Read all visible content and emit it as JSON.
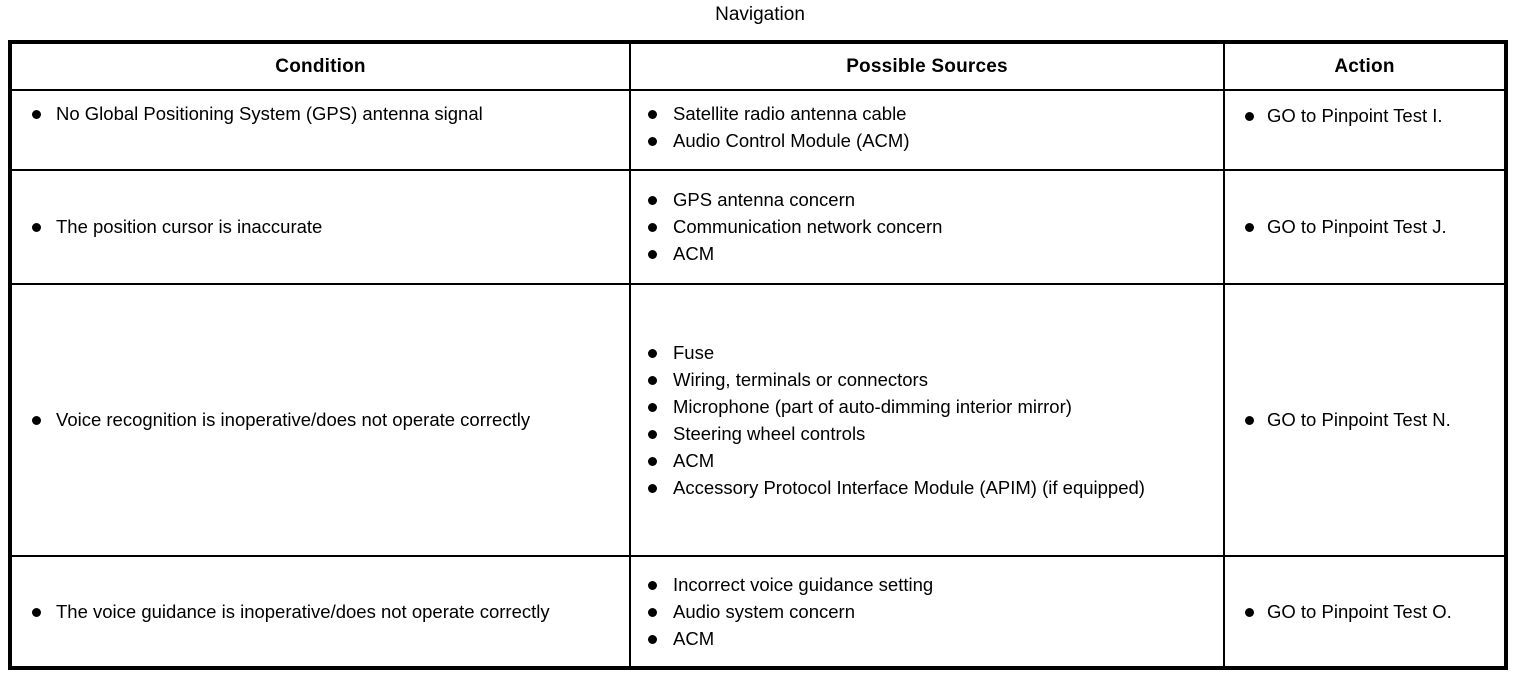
{
  "document": {
    "title": "Navigation"
  },
  "table": {
    "headers": {
      "condition": "Condition",
      "sources": "Possible Sources",
      "action": "Action"
    },
    "rows": [
      {
        "condition": [
          "No Global Positioning System (GPS) antenna signal"
        ],
        "sources": [
          "Satellite radio antenna cable",
          "Audio Control Module (ACM)"
        ],
        "action": [
          "GO to Pinpoint Test I."
        ]
      },
      {
        "condition": [
          "The position cursor is inaccurate"
        ],
        "sources": [
          "GPS antenna concern",
          "Communication network concern",
          "ACM"
        ],
        "action": [
          "GO to Pinpoint Test J."
        ]
      },
      {
        "condition": [
          "Voice recognition is inoperative/does not operate correctly"
        ],
        "sources": [
          "Fuse",
          "Wiring, terminals or connectors",
          "Microphone (part of auto-dimming interior mirror)",
          "Steering wheel controls",
          "ACM",
          "Accessory Protocol Interface Module (APIM) (if equipped)"
        ],
        "action": [
          "GO to Pinpoint Test N."
        ]
      },
      {
        "condition": [
          "The voice guidance is inoperative/does not operate correctly"
        ],
        "sources": [
          "Incorrect voice guidance setting",
          "Audio system concern",
          "ACM"
        ],
        "action": [
          "GO to Pinpoint Test O."
        ]
      }
    ]
  },
  "colors": {
    "text": "#000000",
    "background": "#ffffff",
    "border": "#000000"
  }
}
